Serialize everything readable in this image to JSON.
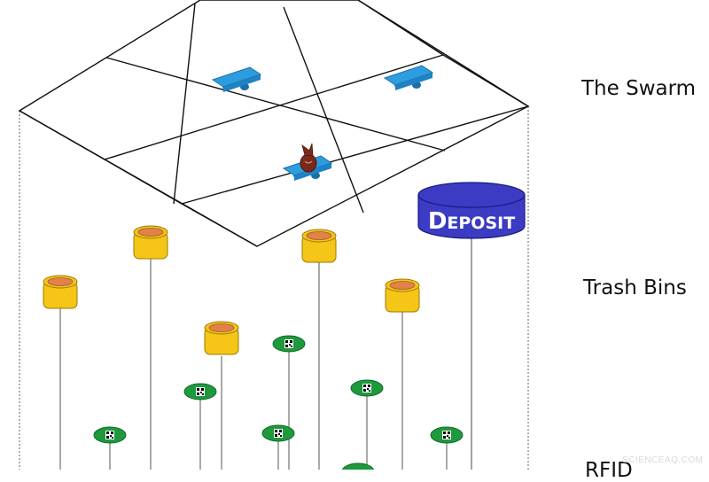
{
  "labels": {
    "swarm": "The Swarm",
    "trash_bins": "Trash Bins",
    "rfid": "RFID"
  },
  "deposit_label": "Deposit",
  "watermark": "SCIENCEAQ.COM",
  "colors": {
    "grid_line": "#111111",
    "robot": "#2e9de0",
    "robot_dark": "#1a6fa8",
    "bin_body": "#f5c518",
    "bin_inner": "#e0824a",
    "deposit": "#3b3bc4",
    "rfid_tag": "#1e9a3c",
    "dotted_line": "#666666"
  },
  "icons": {
    "robot": "robot-icon",
    "trash": "trash-bag-icon",
    "bin": "trash-bin-icon",
    "tag": "rfid-tag-icon"
  }
}
